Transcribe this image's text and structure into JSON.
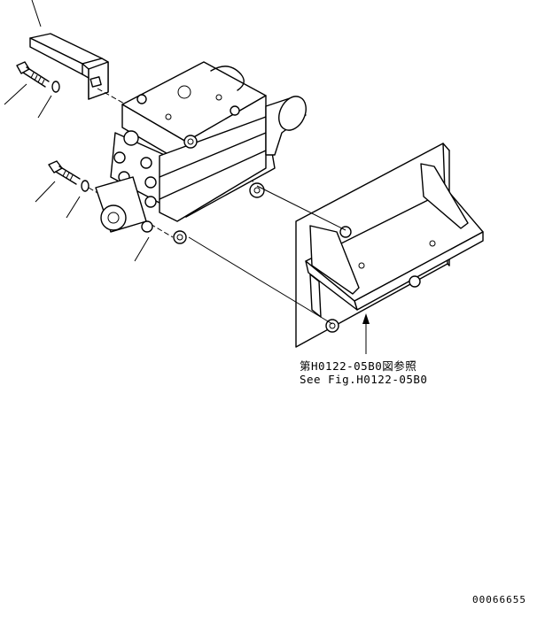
{
  "reference_note": {
    "japanese": "第H0122-05B0図参照",
    "english": "See Fig.H0122-05B0"
  },
  "drawing_number": "00066655"
}
